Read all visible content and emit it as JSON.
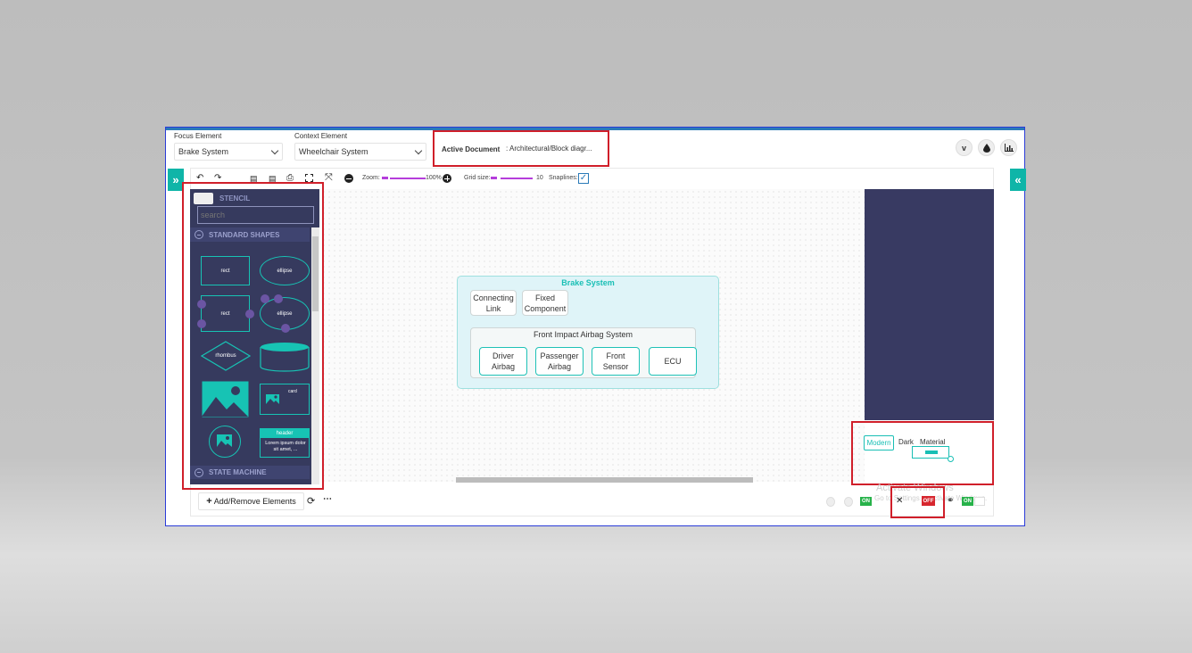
{
  "header": {
    "focus_label": "Focus Element",
    "focus_value": "Brake System",
    "context_label": "Context Element",
    "context_value": "Wheelchair System",
    "active_doc_label": "Active Document",
    "active_doc_value": ": Architectural/Block diagr..."
  },
  "toolbar": {
    "zoom_label": "Zoom:",
    "zoom_value": "100%",
    "grid_label": "Grid size:",
    "grid_value": "10",
    "snaplines_label": "Snaplines:"
  },
  "stencil": {
    "title": "STENCIL",
    "search_placeholder": "search",
    "group1": "STANDARD SHAPES",
    "group2": "STATE MACHINE",
    "shapes": {
      "rect": "rect",
      "ellipse": "ellipse",
      "rect2": "rect",
      "ellipse2": "ellipse",
      "rhombus": "rhombus",
      "card": "card",
      "header": "header",
      "lorem": "Lorem ipsum dolor sit amet, ..."
    }
  },
  "diagram": {
    "title": "Brake System",
    "connecting_link": "Connecting Link",
    "fixed_component": "Fixed Component",
    "airbag_system": "Front Impact Airbag System",
    "driver_airbag": "Driver Airbag",
    "passenger_airbag": "Passenger Airbag",
    "front_sensor": "Front Sensor",
    "ecu": "ECU"
  },
  "theme": {
    "modern": "Modern",
    "dark": "Dark",
    "material": "Material"
  },
  "bottom": {
    "add_remove": "Add/Remove Elements",
    "on1": "ON",
    "off": "OFF",
    "on2": "ON",
    "watermark_1": "Activate Windows",
    "watermark_2": "Go to Settings to activate Windows."
  },
  "colors": {
    "accent": "#0fb5a8",
    "stencil_bg": "#363a5e",
    "highlight": "#d01f2a"
  }
}
